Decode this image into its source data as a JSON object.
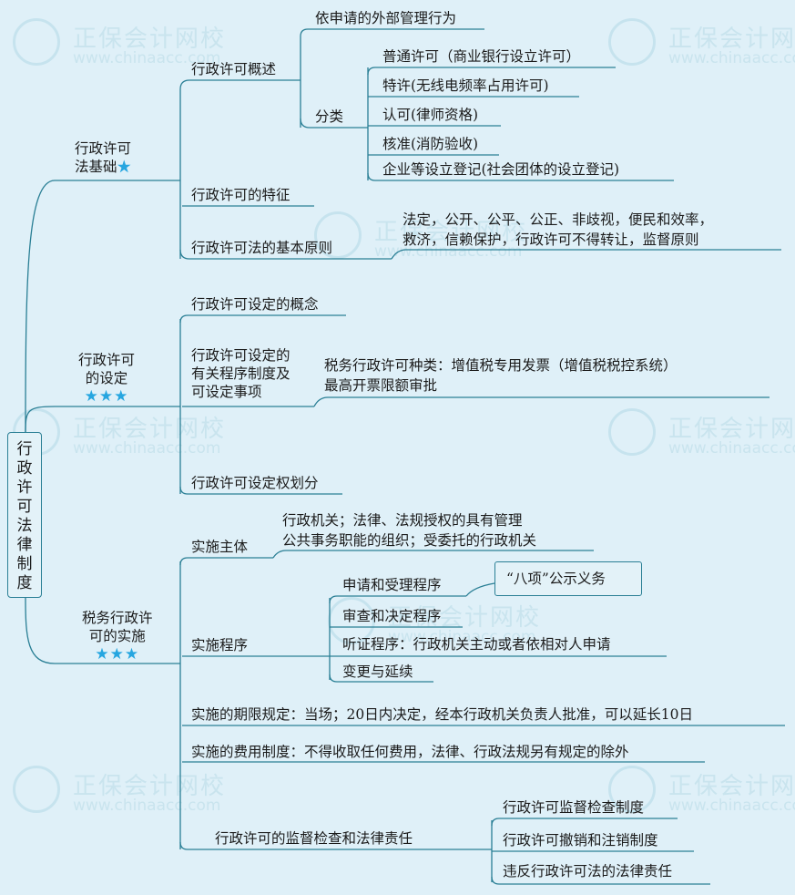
{
  "root": "行政许可法律制度",
  "watermark": {
    "cn": "正保会计网校",
    "en": "www.chinaacc.com"
  },
  "star_color": "#26a6e0",
  "line_color": "#2a7f95",
  "branches": [
    {
      "label_lines": [
        "行政许可",
        "法基础"
      ],
      "stars": "★",
      "children": {
        "overview": "行政许可概述",
        "overview_a": "依申请的外部管理行为",
        "classify": "分类",
        "classes": [
          "普通许可（商业银行设立许可）",
          "特许(无线电频率占用许可)",
          "认可(律师资格)",
          "核准(消防验收)",
          "企业等设立登记(社会团体的设立登记)"
        ],
        "feature": "行政许可的特征",
        "principle": "行政许可法的基本原则",
        "principle_text": [
          "法定，公开、公平、公正、非歧视，便民和效率，",
          "救济，信赖保护，行政许可不得转让，监督原则"
        ]
      }
    },
    {
      "label_lines": [
        "行政许可",
        "的设定"
      ],
      "stars": "★★★",
      "children": {
        "concept": "行政许可设定的概念",
        "procedure_lines": [
          "行政许可设定的",
          "有关程序制度及",
          "可设定事项"
        ],
        "procedure_text": [
          "税务行政许可种类：增值税专用发票（增值税税控系统）",
          "最高开票限额审批"
        ],
        "division": "行政许可设定权划分"
      }
    },
    {
      "label_lines": [
        "税务行政许",
        "可的实施"
      ],
      "stars": "★★★",
      "children": {
        "subject": "实施主体",
        "subject_text": [
          "行政机关；法律、法规授权的具有管理",
          "公共事务职能的组织；受委托的行政机关"
        ],
        "procedure": "实施程序",
        "procedures": [
          "申请和受理程序",
          "审查和决定程序",
          "听证程序：行政机关主动或者依相对人申请",
          "变更与延续"
        ],
        "publicity": "“八项”公示义务",
        "deadline": "实施的期限规定：当场；20日内决定，经本行政机关负责人批准，可以延长10日",
        "fee": "实施的费用制度：不得收取任何费用，法律、行政法规另有规定的除外",
        "supervision": "行政许可的监督检查和法律责任",
        "supervisions": [
          "行政许可监督检查制度",
          "行政许可撤销和注销制度",
          "违反行政许可法的法律责任"
        ]
      }
    }
  ]
}
